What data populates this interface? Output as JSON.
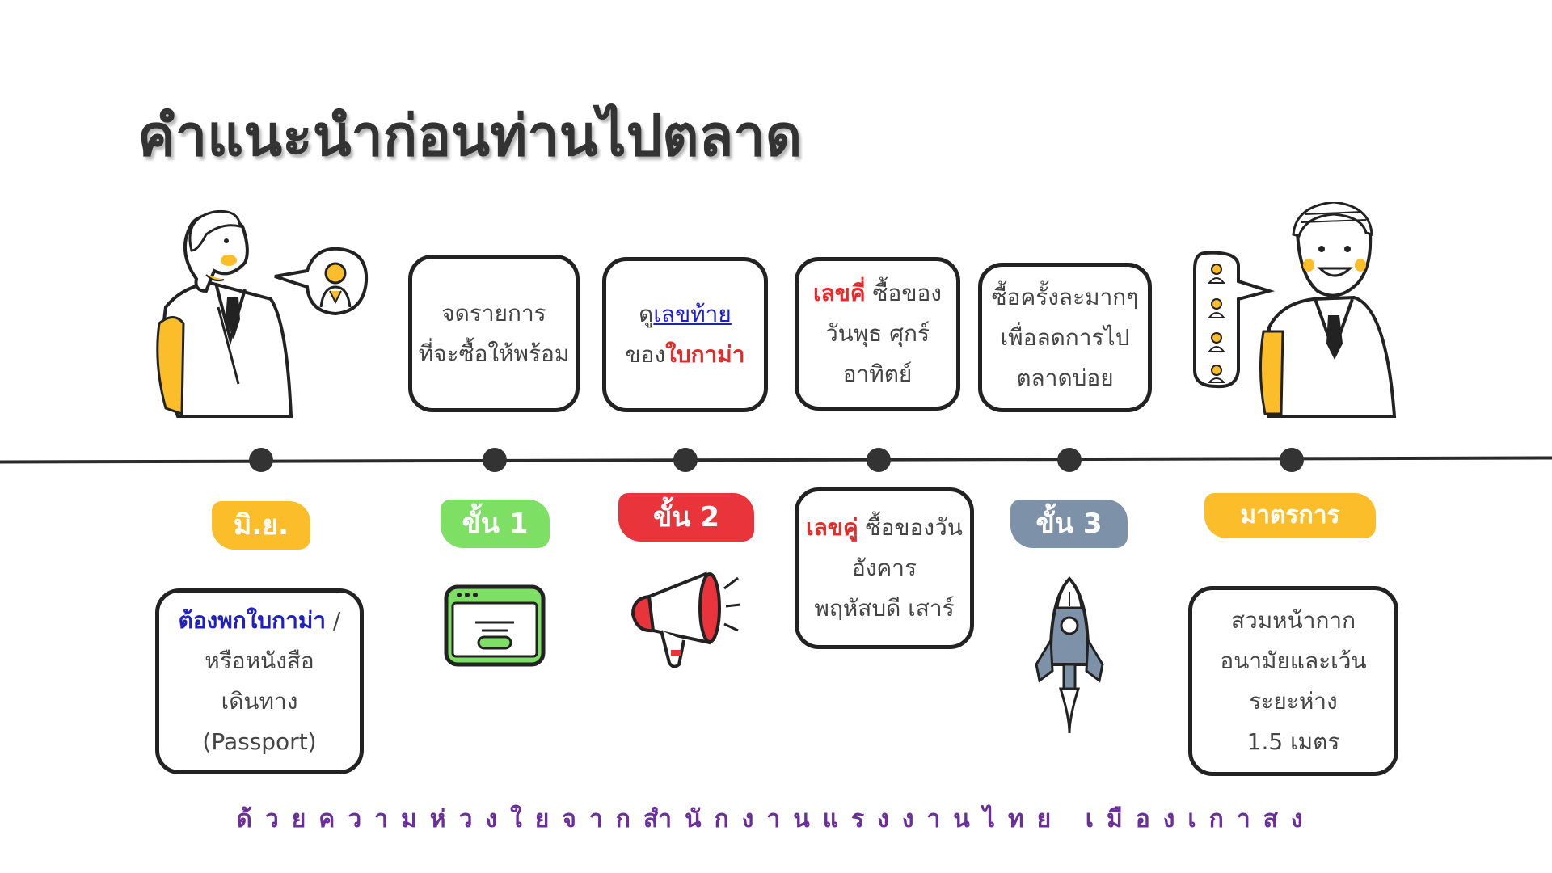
{
  "title": "คำแนะนำก่อนท่านไปตลาด",
  "top_boxes": {
    "box1": {
      "line1": "จดรายการ",
      "line2": "ที่จะซื้อให้พร้อม"
    },
    "box2": {
      "l1_prefix": "ดู",
      "l1_link": "เลขท้าย",
      "l2_prefix": "ของ",
      "l2_highlight": "ใบกาม่า"
    },
    "box3": {
      "l1_highlight": "เลขคี่",
      "l1_rest": " ซื้อของ",
      "line2": "วันพุธ ศุกร์",
      "line3": "อาทิตย์"
    },
    "box4": {
      "line1": "ซื้อครั้งละมากๆ",
      "line2": "เพื่อลดการไป",
      "line3": "ตลาดบ่อย"
    }
  },
  "tags": {
    "month": "มิ.ย.",
    "step1": "ขั้น 1",
    "step2": "ขั้น 2",
    "step3": "ขั้น 3",
    "measures": "มาตรการ"
  },
  "bottom_boxes": {
    "passport": {
      "l1_highlight": "ต้องพกใบกาม่า",
      "l1_rest": " /",
      "line2": "หรือหนังสือ",
      "line3": "เดินทาง",
      "line4": "(Passport)"
    },
    "even": {
      "l1_highlight": "เลขคู่",
      "l1_rest": " ซื้อของวัน",
      "line2": "อังคาร",
      "line3": "พฤหัสบดี เสาร์"
    },
    "mask": {
      "line1": "สวมหน้ากาก",
      "line2": "อนามัยและเว้น",
      "line3": "ระยะห่าง",
      "line4": "1.5 เมตร"
    }
  },
  "footer": "ด้วยความห่วงใยจากสำนักงานแรงงานไทย เมืองเกาสง",
  "colors": {
    "accent_yellow": "#fbbd29",
    "step1_green": "#7ddf64",
    "step2_red": "#e8343a",
    "step3_gray": "#7d91a8",
    "highlight_red": "#e42b2b",
    "highlight_blue": "#1f1fc8",
    "footer_purple": "#6a2f9a"
  },
  "icons": [
    "man-speaking-icon",
    "speech-bubble-person-icon",
    "browser-window-icon",
    "megaphone-icon",
    "rocket-icon",
    "smiling-man-icon",
    "speech-bubble-people-icon"
  ]
}
